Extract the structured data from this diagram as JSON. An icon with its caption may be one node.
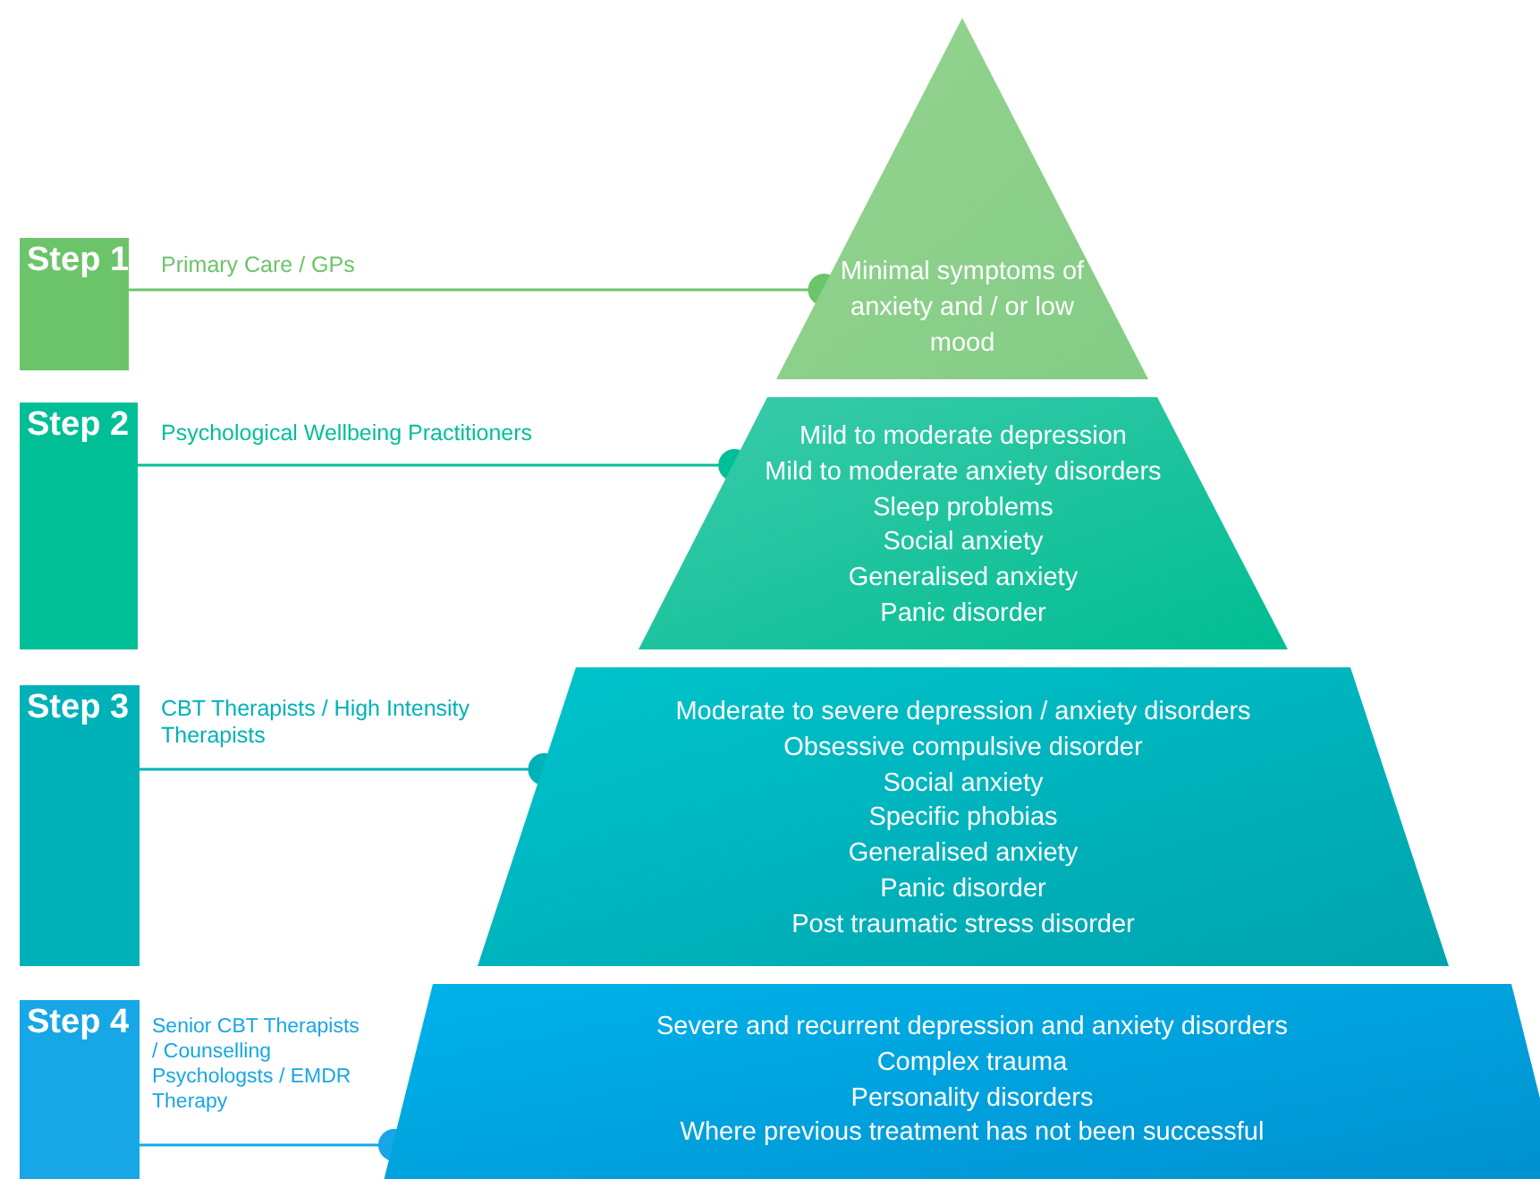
{
  "diagram": {
    "nodes": [
      {
        "text": [
          "Step 1"
        ],
        "beside": [
          "Primary Care / GPs"
        ]
      },
      {
        "text": [
          "Minimal symptoms of anxiety and / or low mood"
        ]
      },
      {
        "text": [
          "Step 2"
        ],
        "beside": [
          "Psychological Wellbeing Practitioners"
        ]
      },
      {
        "text": [
          "Mild to moderate depression",
          "Mild to moderate anxiety disorders",
          "Sleep problems",
          "Social anxiety",
          "Generalised anxiety",
          "Panic disorder"
        ]
      },
      {
        "text": [
          "Step 3"
        ],
        "beside": [
          "CBT Therapists / High Intensity Therapists"
        ]
      },
      {
        "text": [
          "Moderate to severe depression / anxiety disorders",
          "Obsessive compulsive disorder",
          "Social anxiety",
          "Specific phobias",
          "Generalised anxiety",
          "Panic disorder",
          "Post traumatic stress disorder"
        ]
      },
      {
        "text": [
          "Step 4"
        ],
        "beside": [
          "Senior CBT Therapists / Counselling Psychologsts / EMDR Therapy"
        ]
      },
      {
        "text": [
          "Severe and recurrent depression and anxiety disorders",
          "Complex trauma",
          "Personality disorders",
          "Where previous treatment has not been successful"
        ]
      }
    ],
    "edges": [
      {
        "from": 0,
        "to": 1,
        "arrow": "other",
        "color": "#6cc46a"
      },
      {
        "from": 2,
        "to": 3,
        "arrow": "other",
        "color": "#00bf96"
      },
      {
        "from": 4,
        "to": 5,
        "arrow": "other",
        "color": "#00b1b8"
      },
      {
        "from": 6,
        "to": 7,
        "arrow": "other",
        "color": "#17a6e6"
      }
    ]
  }
}
